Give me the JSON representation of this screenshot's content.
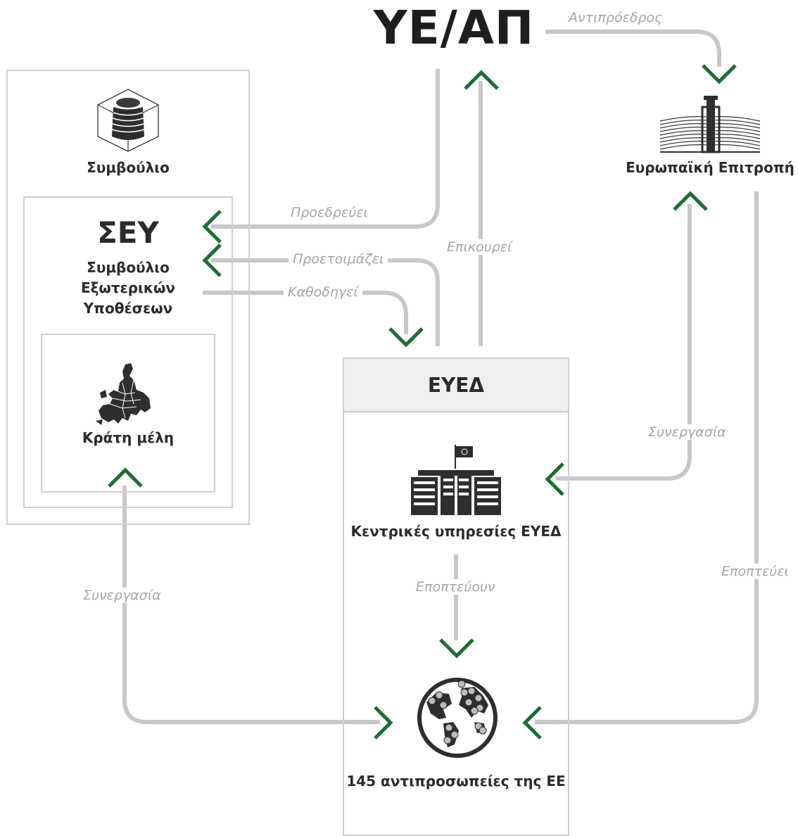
{
  "title": "ΥΕ/ΑΠ",
  "colors": {
    "arrow": "#1e6a35",
    "line": "#c8c8c8",
    "text": "#2b2b2b",
    "flow_label": "#a6a6a6"
  },
  "nodes": {
    "council": "Συμβούλιο",
    "fac_abbr": "ΣΕΥ",
    "fac_full_1": "Συμβούλιο",
    "fac_full_2": "Εξωτερικών",
    "fac_full_3": "Υποθέσεων",
    "member_states": "Κράτη μέλη",
    "commission": "Ευρωπαϊκή Επιτροπή",
    "eeas": "ΕΥΕΔ",
    "eeas_hq": "Κεντρικές υπηρεσίες ΕΥΕΔ",
    "delegations": "145 αντιπροσωπείες της ΕΕ"
  },
  "flows": {
    "vice_president": "Αντιπρόεδρος",
    "chairs": "Προεδρεύει",
    "prepares": "Προετοιμάζει",
    "guides": "Καθοδηγεί",
    "assists": "Επικουρεί",
    "cooperation_right": "Συνεργασία",
    "supervise_eeas": "Εποπτεύουν",
    "supervises_commission": "Εποπτεύει",
    "cooperation_left": "Συνεργασία"
  },
  "icons": {
    "council": "council-barrel-icon",
    "member_states": "europe-map-icon",
    "commission": "commission-building-icon",
    "eeas_hq": "eeas-building-icon",
    "delegations": "globe-pins-icon"
  }
}
